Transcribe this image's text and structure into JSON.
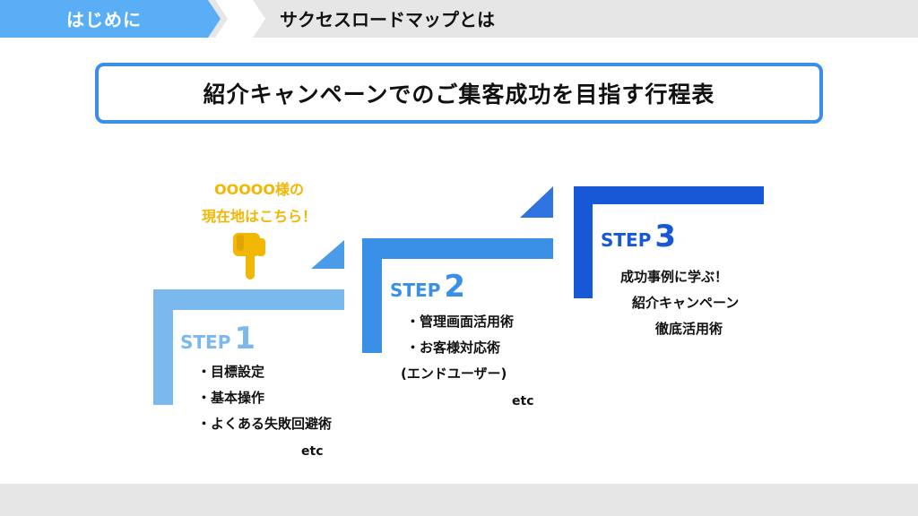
{
  "header": {
    "section_label": "はじめに",
    "title": "サクセスロードマップとは"
  },
  "main_title": "紹介キャンペーンでのご集客成功を目指す行程表",
  "current_position": {
    "line1": "OOOOO様の",
    "line2": "現在地はこちら！"
  },
  "steps": [
    {
      "word": "STEP",
      "number": "1",
      "items": [
        "・目標設定",
        "・基本操作",
        "・よくある失敗回避術"
      ],
      "etc": "etc"
    },
    {
      "word": "STEP",
      "number": "2",
      "items": [
        "・管理画面活用術",
        "・お客様対応術",
        "(エンドユーザー)"
      ],
      "etc": "etc"
    },
    {
      "word": "STEP",
      "number": "3",
      "items": [
        "成功事例に学ぶ！",
        "紹介キャンペーン",
        "徹底活用術"
      ]
    }
  ],
  "colors": {
    "section_tab": "#5aaef5",
    "title_border": "#3d8ee8",
    "step1": "#7bb8ee",
    "step2": "#3a8fe6",
    "step3": "#1758d6",
    "highlight": "#f2b705",
    "bars": "#e6e6e6"
  }
}
